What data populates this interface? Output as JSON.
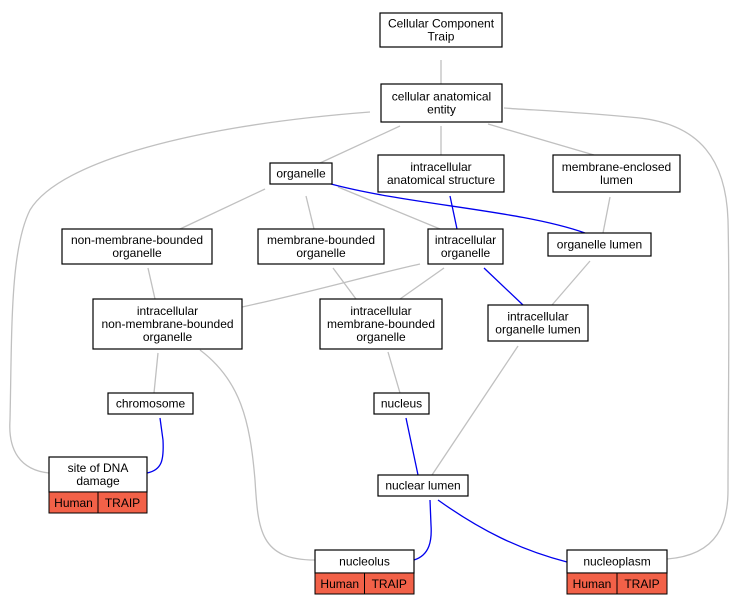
{
  "colors": {
    "gray_edge": "#c0c0c0",
    "blue_edge": "#0000ee",
    "annotation": "#f26148"
  },
  "annotation_labels": {
    "species": "Human",
    "gene": "TRAIP"
  },
  "nodes": [
    {
      "id": "root",
      "lines": [
        "Cellular Component",
        "Traip"
      ]
    },
    {
      "id": "cae",
      "lines": [
        "cellular anatomical",
        "entity"
      ]
    },
    {
      "id": "organelle",
      "lines": [
        "organelle"
      ]
    },
    {
      "id": "ias",
      "lines": [
        "intracellular",
        "anatomical structure"
      ]
    },
    {
      "id": "mel",
      "lines": [
        "membrane-enclosed",
        "lumen"
      ]
    },
    {
      "id": "nmbo",
      "lines": [
        "non-membrane-bounded",
        "organelle"
      ]
    },
    {
      "id": "mbo",
      "lines": [
        "membrane-bounded",
        "organelle"
      ]
    },
    {
      "id": "io",
      "lines": [
        "intracellular",
        "organelle"
      ]
    },
    {
      "id": "ol",
      "lines": [
        "organelle lumen"
      ]
    },
    {
      "id": "inmbo",
      "lines": [
        "intracellular",
        "non-membrane-bounded",
        "organelle"
      ]
    },
    {
      "id": "imbo",
      "lines": [
        "intracellular",
        "membrane-bounded",
        "organelle"
      ]
    },
    {
      "id": "iol",
      "lines": [
        "intracellular",
        "organelle lumen"
      ]
    },
    {
      "id": "chromosome",
      "lines": [
        "chromosome"
      ]
    },
    {
      "id": "nucleus",
      "lines": [
        "nucleus"
      ]
    },
    {
      "id": "sdd",
      "lines": [
        "site of DNA",
        "damage"
      ],
      "annotated": true
    },
    {
      "id": "nuclumen",
      "lines": [
        "nuclear lumen"
      ]
    },
    {
      "id": "nucleolus",
      "lines": [
        "nucleolus"
      ],
      "annotated": true
    },
    {
      "id": "nucleoplasm",
      "lines": [
        "nucleoplasm"
      ],
      "annotated": true
    }
  ],
  "edges": [
    {
      "from": "cae",
      "to": "root",
      "color": "gray"
    },
    {
      "from": "organelle",
      "to": "cae",
      "color": "gray"
    },
    {
      "from": "ias",
      "to": "cae",
      "color": "gray"
    },
    {
      "from": "mel",
      "to": "cae",
      "color": "gray"
    },
    {
      "from": "sdd",
      "to": "cae",
      "color": "gray"
    },
    {
      "from": "nucleoplasm",
      "to": "cae",
      "color": "gray"
    },
    {
      "from": "nmbo",
      "to": "organelle",
      "color": "gray"
    },
    {
      "from": "mbo",
      "to": "organelle",
      "color": "gray"
    },
    {
      "from": "io",
      "to": "organelle",
      "color": "gray"
    },
    {
      "from": "ol",
      "to": "organelle",
      "color": "blue"
    },
    {
      "from": "io",
      "to": "ias",
      "color": "blue"
    },
    {
      "from": "ol",
      "to": "mel",
      "color": "gray"
    },
    {
      "from": "inmbo",
      "to": "nmbo",
      "color": "gray"
    },
    {
      "from": "inmbo",
      "to": "io",
      "color": "gray"
    },
    {
      "from": "imbo",
      "to": "mbo",
      "color": "gray"
    },
    {
      "from": "imbo",
      "to": "io",
      "color": "gray"
    },
    {
      "from": "iol",
      "to": "io",
      "color": "blue"
    },
    {
      "from": "iol",
      "to": "ol",
      "color": "gray"
    },
    {
      "from": "chromosome",
      "to": "inmbo",
      "color": "gray"
    },
    {
      "from": "nucleolus",
      "to": "inmbo",
      "color": "gray"
    },
    {
      "from": "nucleus",
      "to": "imbo",
      "color": "gray"
    },
    {
      "from": "nuclumen",
      "to": "iol",
      "color": "gray"
    },
    {
      "from": "sdd",
      "to": "chromosome",
      "color": "blue"
    },
    {
      "from": "nuclumen",
      "to": "nucleus",
      "color": "blue"
    },
    {
      "from": "nucleolus",
      "to": "nuclumen",
      "color": "blue"
    },
    {
      "from": "nucleoplasm",
      "to": "nuclumen",
      "color": "blue"
    }
  ]
}
